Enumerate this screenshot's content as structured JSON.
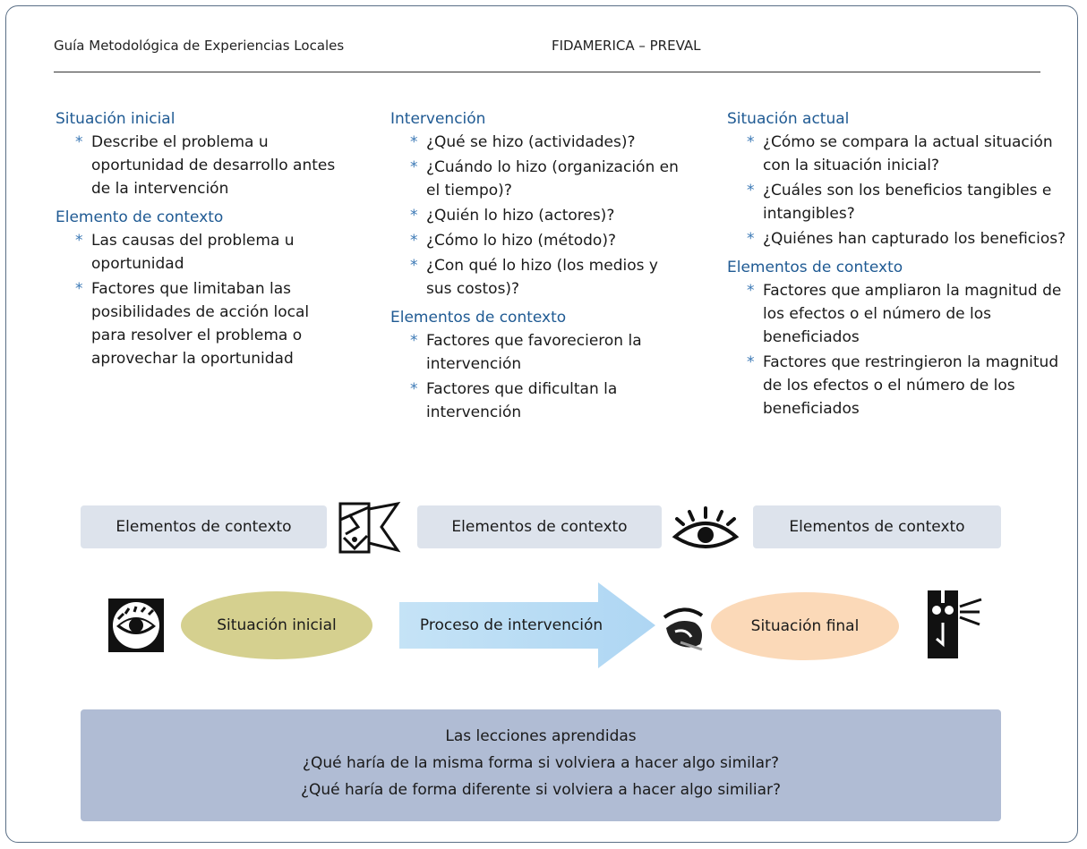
{
  "header": {
    "left": "Guía Metodológica de Experiencias Locales",
    "center": "FIDAMERICA – PREVAL"
  },
  "columns": [
    {
      "sections": [
        {
          "heading": "Situación inicial",
          "items": [
            "Describe el problema u oportunidad de desarrollo antes de la intervención"
          ]
        },
        {
          "heading": "Elemento de contexto",
          "items": [
            "Las causas del problema u oportunidad",
            "Factores que limitaban las posibilidades de acción local para resolver el problema o aprovechar la oportunidad"
          ]
        }
      ]
    },
    {
      "sections": [
        {
          "heading": "Intervención",
          "items": [
            "¿Qué se hizo (actividades)?",
            "¿Cuándo lo hizo (organización en el tiempo)?",
            "¿Quién lo hizo (actores)?",
            "¿Cómo lo hizo (método)?",
            "¿Con qué lo hizo (los medios y sus costos)?"
          ]
        },
        {
          "heading": "Elementos de contexto",
          "items": [
            "Factores que favorecieron la intervención",
            "Factores que dificultan la intervención"
          ]
        }
      ]
    },
    {
      "sections": [
        {
          "heading": "Situación actual",
          "items": [
            "¿Cómo se compara la actual situación con la situación inicial?",
            "¿Cuáles son los beneficios tangibles e intangibles?",
            "¿Quiénes han capturado los beneficios?"
          ]
        },
        {
          "heading": "Elementos de contexto",
          "items": [
            "Factores que ampliaron la magnitud de los efectos o el número de los beneficiados",
            "Factores que restringieron la magnitud de los efectos o el número de los beneficiados"
          ]
        }
      ]
    }
  ],
  "diagram": {
    "context_boxes": [
      "Elementos de contexto",
      "Elementos de contexto",
      "Elementos de contexto"
    ],
    "initial": "Situación inicial",
    "process": "Proceso de intervención",
    "final": "Situación final",
    "icons": [
      "eye-circle-icon",
      "mask-face-icon",
      "radiant-eye-icon",
      "bird-head-icon",
      "figure-face-icon"
    ]
  },
  "lessons": {
    "title": "Las lecciones aprendidas",
    "q1": "¿Qué haría de la misma forma si volviera a hacer algo similar?",
    "q2": "¿Qué haría de forma diferente si volviera a hacer algo similiar?"
  },
  "colors": {
    "heading": "#1f5a93",
    "bullet": "#3a78b5",
    "context_box": "#dde3ec",
    "initial_oval": "#d5d08f",
    "final_oval": "#fbd9b8",
    "arrow": "#c5e3f6",
    "lessons_box": "#b0bcd4"
  }
}
